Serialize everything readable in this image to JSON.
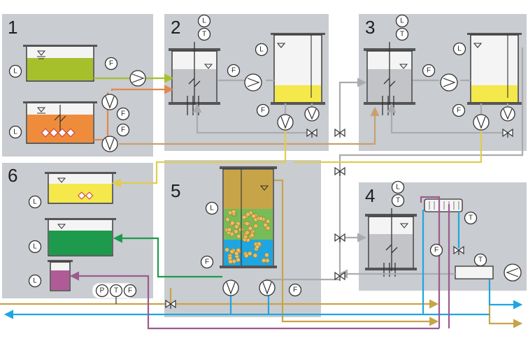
{
  "zones": [
    {
      "number": "1"
    },
    {
      "number": "2"
    },
    {
      "number": "3"
    },
    {
      "number": "4"
    },
    {
      "number": "5"
    },
    {
      "number": "6"
    }
  ],
  "labels": {
    "level": "L",
    "flow": "F",
    "temperature": "T",
    "pressure": "P"
  },
  "colors": {
    "zone": "#c9ccd0",
    "green_fluid": "#a6c02c",
    "orange_fluid": "#ee8c3c",
    "yellow_fluid": "#f5e84a",
    "dark_green_fluid": "#1d9a4c",
    "purple_fluid": "#b05a98",
    "blue_fluid": "#1fa6e0",
    "ochre_fluid": "#c8a448",
    "grey_pipe": "#a9acaf"
  }
}
